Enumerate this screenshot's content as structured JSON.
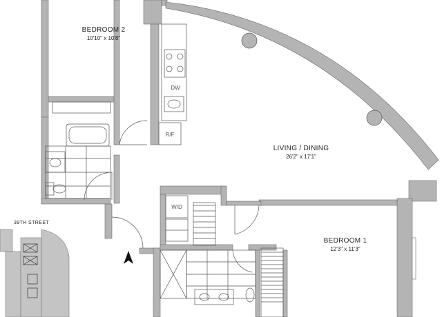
{
  "plan": {
    "wall_color": "#b4b4b4",
    "line_color": "#555555",
    "rooms": {
      "bedroom2": {
        "name": "BEDROOM 2",
        "dims": "10'10\" x 10'8\""
      },
      "living": {
        "name": "LIVING / DINING",
        "dims": "26'2\" x 17'1\""
      },
      "bedroom1": {
        "name": "BEDROOM 1",
        "dims": "12'3\" x 11'3\""
      }
    },
    "fixtures": {
      "dw": "DW",
      "rf": "R/F",
      "wd": "W/D"
    },
    "keyplan": {
      "street": "39TH STREET",
      "north_icon": "north-arrow-icon"
    }
  }
}
